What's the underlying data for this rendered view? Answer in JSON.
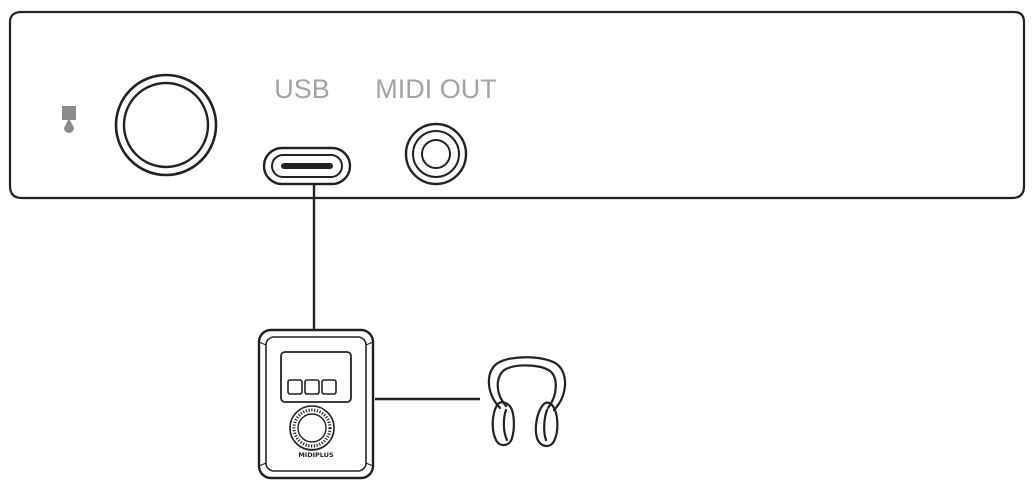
{
  "labels": {
    "usb": "USB",
    "midi_out": "MIDI OUT"
  },
  "interface_brand": "MIDIPLUS",
  "icons": {
    "power": "power-adapter-icon",
    "headphones": "headphones-icon"
  },
  "colors": {
    "stroke": "#222222",
    "label": "#a3a3a3",
    "background": "#ffffff"
  }
}
